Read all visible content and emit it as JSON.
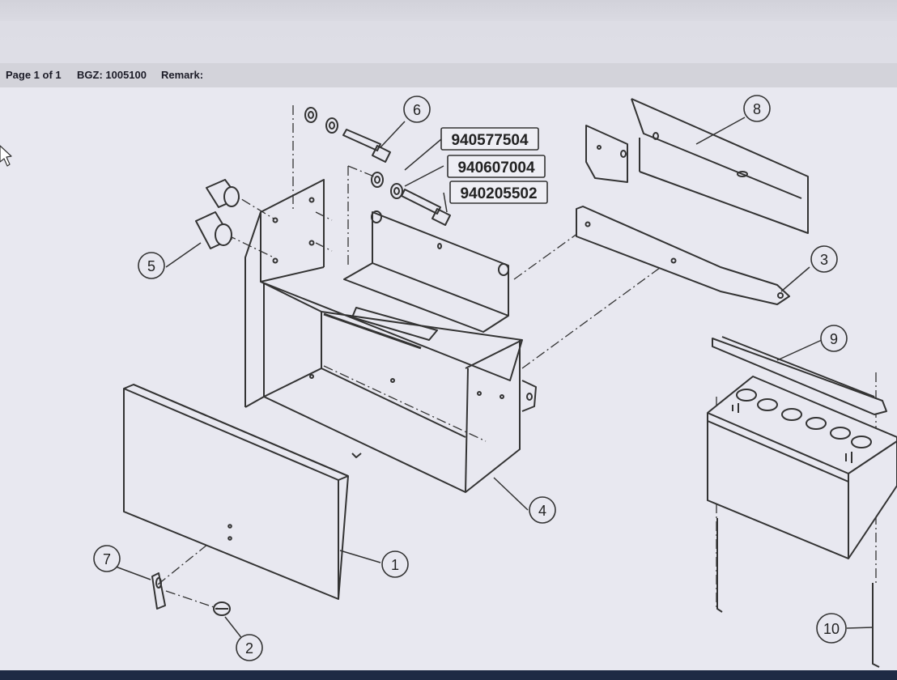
{
  "infobar": {
    "page": "Page 1 of 1",
    "bgz": "BGZ: 1005100",
    "remark": "Remark:"
  },
  "callouts": [
    "1",
    "2",
    "3",
    "4",
    "5",
    "6",
    "7",
    "8",
    "9",
    "10"
  ],
  "part_numbers": [
    "940577504",
    "940607004",
    "940205502"
  ],
  "icons": {
    "cursor": "mouse-pointer-icon"
  },
  "colors": {
    "line": "#333333",
    "background": "#e8e8f0",
    "taskbar": "#1e2a44"
  }
}
